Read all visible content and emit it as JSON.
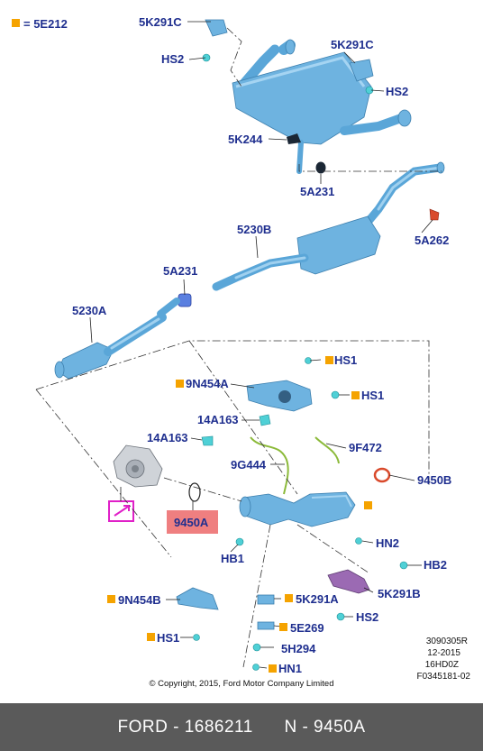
{
  "legend": {
    "marker_text": "= 5E212"
  },
  "labels": {
    "c5K291C_top": "5K291C",
    "hs2_top": "HS2",
    "c5K291C_right": "5K291C",
    "hs2_right": "HS2",
    "c5K244": "5K244",
    "c5A231_top": "5A231",
    "c5A262": "5A262",
    "c5230B": "5230B",
    "c5A231_mid": "5A231",
    "c5230A": "5230A",
    "hs1_a": "HS1",
    "c9N454A": "9N454A",
    "hs1_b": "HS1",
    "c14A163_a": "14A163",
    "c14A163_b": "14A163",
    "c9F472": "9F472",
    "c9G444": "9G444",
    "c9450B": "9450B",
    "c9450A": "9450A",
    "hn2": "HN2",
    "hb1": "HB1",
    "hb2": "HB2",
    "c9N454B": "9N454B",
    "c5K291A": "5K291A",
    "c5K291B": "5K291B",
    "hs2_bottom": "HS2",
    "c5E269": "5E269",
    "hs1_bottom": "HS1",
    "c5H294": "5H294",
    "hn1": "HN1"
  },
  "ref": {
    "line1": "3090305R",
    "line2": "12-2015",
    "line3": "16HD0Z",
    "line4": "F0345181-02"
  },
  "copyright": "© Copyright, 2015, Ford Motor Company Limited",
  "footer": {
    "text": "FORD - 1686211      N - 9450A"
  },
  "colors": {
    "part_blue": "#6eb3e0",
    "marker_orange": "#f5a300",
    "highlight_pink": "#ef7f80",
    "label_blue": "#1f2f8f",
    "magenta": "#e020c8",
    "clip_cyan": "#4fd0d6",
    "footer_gray": "#5a5a5a"
  }
}
